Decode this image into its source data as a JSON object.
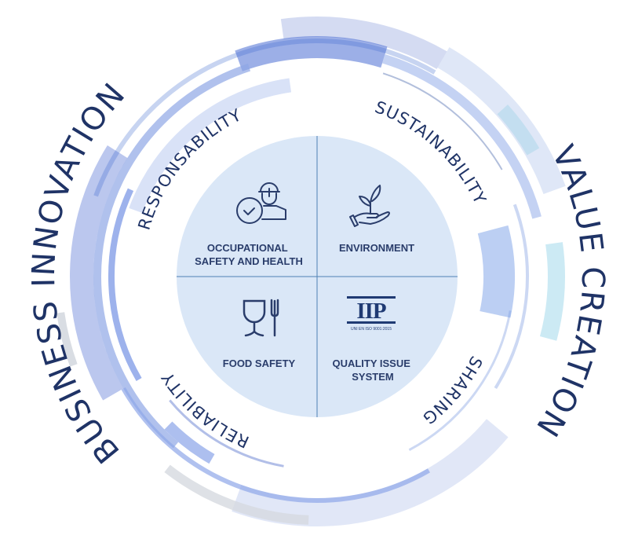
{
  "outer_labels": {
    "left": "BUSINESS INNOVATION",
    "right": "VALUE CREATION"
  },
  "ring_labels": {
    "top_left": "RESPONSABILITY",
    "top_right": "SUSTAINABILITY",
    "bottom_right": "SHARING",
    "bottom_left": "RELIABILITY"
  },
  "quadrants": [
    {
      "icon": "worker-safety-icon",
      "lines": [
        "OCCUPATIONAL",
        "SAFETY AND HEALTH"
      ]
    },
    {
      "icon": "plant-in-hand-icon",
      "lines": [
        "ENVIRONMENT"
      ]
    },
    {
      "icon": "glass-fork-icon",
      "lines": [
        "FOOD SAFETY"
      ]
    },
    {
      "icon": "iip-logo",
      "lines": [
        "QUALITY ISSUE",
        "SYSTEM"
      ]
    }
  ],
  "logo": {
    "text": "IIP",
    "subtext": "UNI EN ISO 9001:2015"
  },
  "colors": {
    "text": "#1f3366",
    "center_fill": "#dae7f7",
    "divider": "#4f82b4",
    "accent_blue": "#3a5fd0"
  }
}
